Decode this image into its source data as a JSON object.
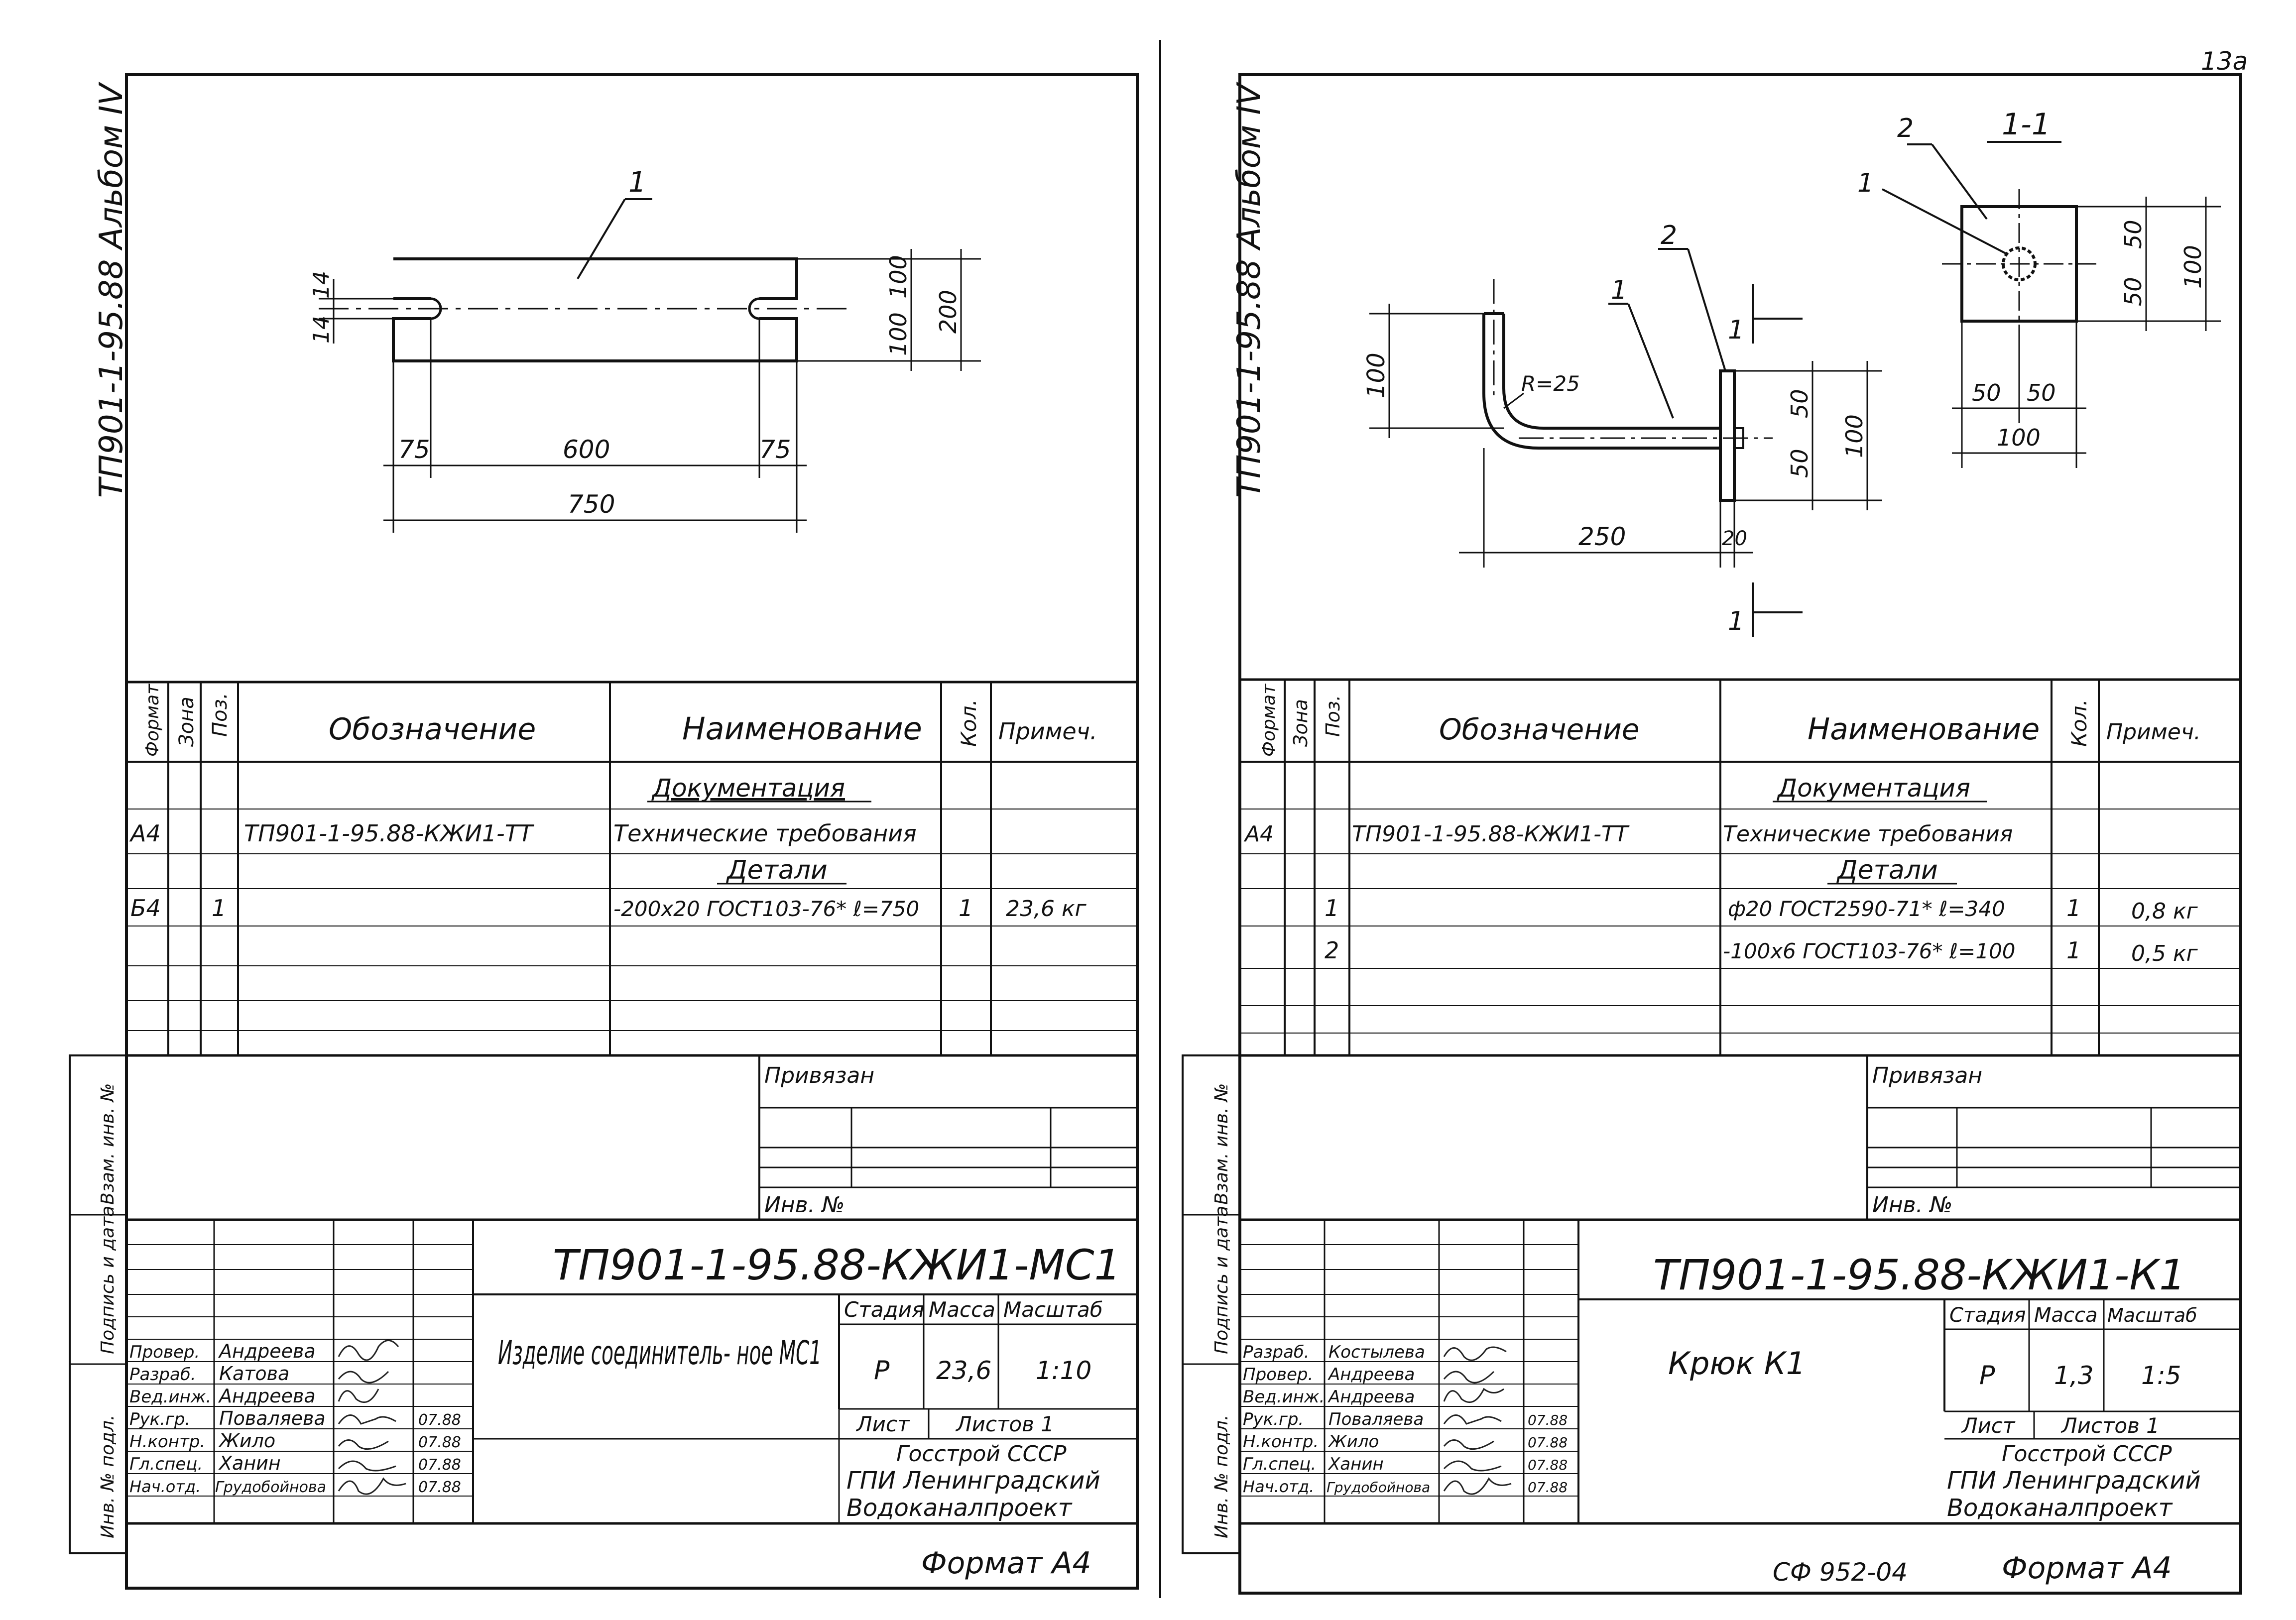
{
  "page_number": "13а",
  "sheets": [
    {
      "album_label": "ТП901-1-95.88 Альбом IV",
      "drawing": {
        "pos_label": "1",
        "dim_14a": "14",
        "dim_14b": "14",
        "dim_100a": "100",
        "dim_100b": "100",
        "dim_200": "200",
        "dim_75a": "75",
        "dim_600": "600",
        "dim_75b": "75",
        "dim_750": "750"
      },
      "spec": {
        "headers": [
          "Формат",
          "Зона",
          "Поз.",
          "Обозначение",
          "Наименование",
          "Кол.",
          "Примеч."
        ],
        "section_doc": "Документация",
        "section_parts": "Детали",
        "rows": [
          {
            "format": "А4",
            "zone": "",
            "pos": "",
            "designation": "ТП901-1-95.88-КЖИ1-ТТ",
            "name": "Технические требования",
            "qty": "",
            "note": ""
          },
          {
            "format": "Б4",
            "zone": "",
            "pos": "1",
            "designation": "",
            "name": "-200х20 ГОСТ103-76* ℓ=750",
            "qty": "1",
            "note": "23,6 кг"
          }
        ]
      },
      "side_labels": [
        "Взам. инв. №",
        "Подпись и дата",
        "Инв. № подл."
      ],
      "privyazan": "Привязан",
      "inv_no": "Инв. №",
      "doc_code": "ТП901-1-95.88-КЖИ1-МС1",
      "staff": [
        {
          "role": "Провер.",
          "name": "Андреева",
          "date": ""
        },
        {
          "role": "Разраб.",
          "name": "Катова",
          "date": ""
        },
        {
          "role": "Вед.инж.",
          "name": "Андреева",
          "date": ""
        },
        {
          "role": "Рук.гр.",
          "name": "Поваляева",
          "date": "07.88"
        },
        {
          "role": "Н.контр.",
          "name": "Жило",
          "date": "07.88"
        },
        {
          "role": "Гл.спец.",
          "name": "Ханин",
          "date": "07.88"
        },
        {
          "role": "Нач.отд.",
          "name": "Грудобойнова",
          "date": "07.88"
        }
      ],
      "title": "Изделие соединитель- ное МС1",
      "stage_header": "Стадия",
      "mass_header": "Масса",
      "scale_header": "Масштаб",
      "stage": "Р",
      "mass": "23,6",
      "scale": "1:10",
      "sheet_label": "Лист",
      "sheets_label": "Листов 1",
      "org": [
        "Госстрой СССР",
        "ГПИ Ленинградский",
        "Водоканалпроект"
      ],
      "format_label": "Формат А4",
      "bottom_code": ""
    },
    {
      "album_label": "ТП901-1-95.88 Альбом IV",
      "drawing": {
        "section_mark": "1-1",
        "pos_1_left": "1",
        "pos_2_left": "2",
        "pos_1_right": "1",
        "pos_2_right": "2",
        "radius": "R=25",
        "dim_100_v": "100",
        "dim_50a": "50",
        "dim_50b": "50",
        "dim_100_r": "100",
        "dim_250": "250",
        "dim_20": "20",
        "cut_top": "1",
        "cut_bottom": "1",
        "sec_50a": "50",
        "sec_50b": "50",
        "sec_100_r": "100",
        "sec_50c": "50",
        "sec_50d": "50",
        "sec_100_b": "100"
      },
      "spec": {
        "headers": [
          "Формат",
          "Зона",
          "Поз.",
          "Обозначение",
          "Наименование",
          "Кол.",
          "Примеч."
        ],
        "section_doc": "Документация",
        "section_parts": "Детали",
        "rows": [
          {
            "format": "А4",
            "zone": "",
            "pos": "",
            "designation": "ТП901-1-95.88-КЖИ1-ТТ",
            "name": "Технические требования",
            "qty": "",
            "note": ""
          },
          {
            "format": "",
            "zone": "",
            "pos": "1",
            "designation": "",
            "name": "ф20 ГОСТ2590-71* ℓ=340",
            "qty": "1",
            "note": "0,8 кг"
          },
          {
            "format": "",
            "zone": "",
            "pos": "2",
            "designation": "",
            "name": "-100х6 ГОСТ103-76* ℓ=100",
            "qty": "1",
            "note": "0,5 кг"
          }
        ]
      },
      "side_labels": [
        "Взам. инв. №",
        "Подпись и дата",
        "Инв. № подл."
      ],
      "privyazan": "Привязан",
      "inv_no": "Инв. №",
      "doc_code": "ТП901-1-95.88-КЖИ1-К1",
      "staff": [
        {
          "role": "Разраб.",
          "name": "Костылева",
          "date": ""
        },
        {
          "role": "Провер.",
          "name": "Андреева",
          "date": ""
        },
        {
          "role": "Вед.инж.",
          "name": "Андреева",
          "date": ""
        },
        {
          "role": "Рук.гр.",
          "name": "Поваляева",
          "date": "07.88"
        },
        {
          "role": "Н.контр.",
          "name": "Жило",
          "date": "07.88"
        },
        {
          "role": "Гл.спец.",
          "name": "Ханин",
          "date": "07.88"
        },
        {
          "role": "Нач.отд.",
          "name": "Грудобойнова",
          "date": "07.88"
        }
      ],
      "title": "Крюк К1",
      "stage_header": "Стадия",
      "mass_header": "Масса",
      "scale_header": "Масштаб",
      "stage": "Р",
      "mass": "1,3",
      "scale": "1:5",
      "sheet_label": "Лист",
      "sheets_label": "Листов 1",
      "org": [
        "Госстрой СССР",
        "ГПИ Ленинградский",
        "Водоканалпроект"
      ],
      "format_label": "Формат А4",
      "bottom_code": "СФ 952-04"
    }
  ]
}
